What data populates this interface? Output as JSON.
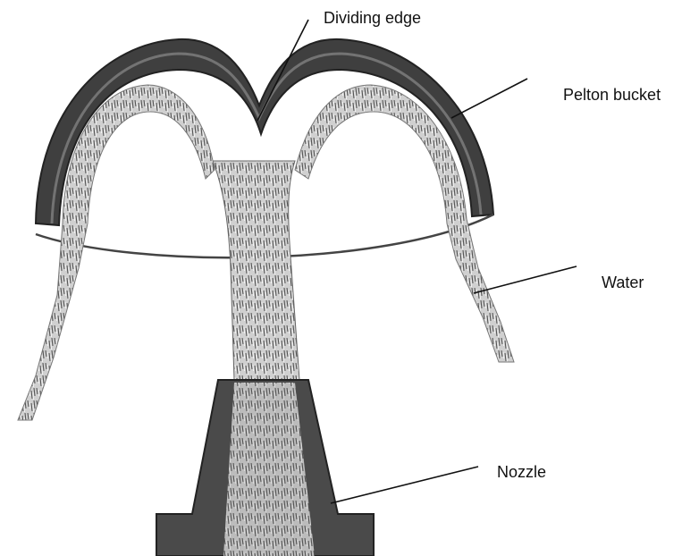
{
  "labels": {
    "dividing_edge": "Dividing edge",
    "pelton_bucket": "Pelton bucket",
    "water": "Water",
    "nozzle": "Nozzle"
  },
  "colors": {
    "bucket": "#3f3f3f",
    "nozzle": "#4a4a4a",
    "water_dark": "#5a5a5a",
    "water_light": "#e6e6e6",
    "background": "#ffffff",
    "line": "#111111"
  }
}
